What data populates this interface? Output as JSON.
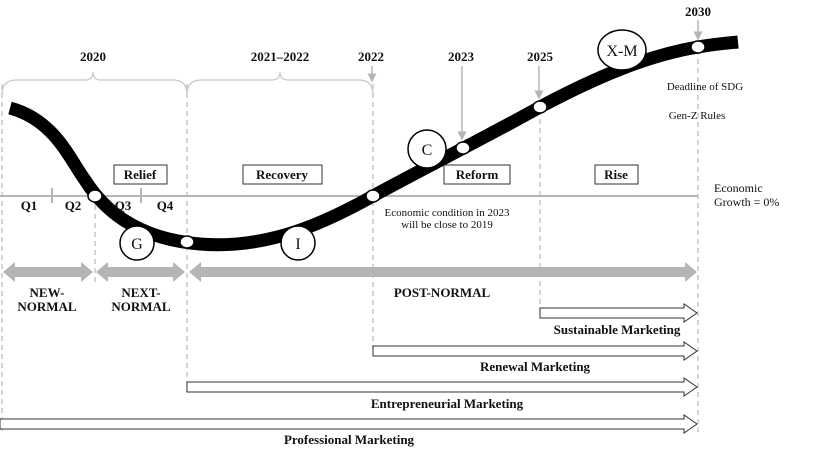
{
  "years": {
    "y2020": "2020",
    "y2021_2022": "2021–2022",
    "y2022": "2022",
    "y2023": "2023",
    "y2025": "2025",
    "y2030": "2030"
  },
  "phases": {
    "relief": "Relief",
    "recovery": "Recovery",
    "reform": "Reform",
    "rise": "Rise"
  },
  "quarters": [
    "Q1",
    "Q2",
    "Q3",
    "Q4"
  ],
  "nodes": {
    "g": "G",
    "i": "I",
    "c": "C",
    "xm": "X-M"
  },
  "notes": {
    "econ_line1": "Economic condition in 2023",
    "econ_line2": "will be close to 2019",
    "sdg": "Deadline of SDG",
    "genz": "Gen-Z Rules",
    "growth1": "Economic",
    "growth2": "Growth = 0%"
  },
  "eras": {
    "new1": "NEW-",
    "new2": "NORMAL",
    "next1": "NEXT-",
    "next2": "NORMAL",
    "post": "POST-NORMAL"
  },
  "marketing": {
    "sustainable": "Sustainable Marketing",
    "renewal": "Renewal Marketing",
    "entrepreneurial": "Entrepreneurial Marketing",
    "professional": "Professional Marketing"
  },
  "colors": {
    "curve": "#000000",
    "gray": "#b5b5b5",
    "dash": "#bdbdbd"
  }
}
